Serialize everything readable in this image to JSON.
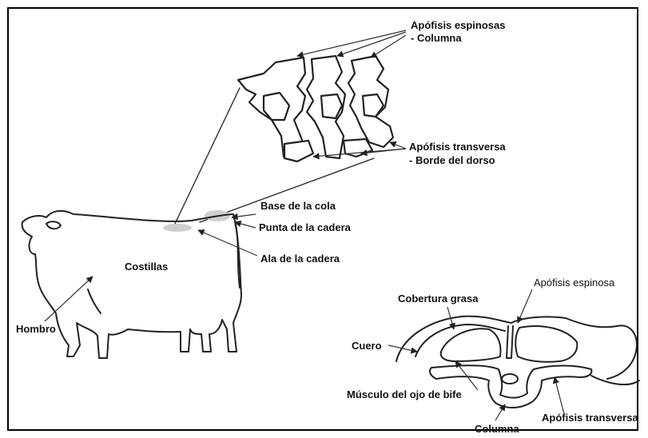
{
  "labels": {
    "apofisis_espinosas_line1": "Apófisis espinosas",
    "apofisis_espinosas_line2": "- Columna",
    "apofisis_transversa_line1": "Apófisis transversa",
    "apofisis_transversa_line2": "- Borde del dorso",
    "base_de_la_cola": "Base de la cola",
    "punta_de_la_cadera": "Punta de la cadera",
    "ala_de_la_cadera": "Ala de la cadera",
    "costillas": "Costillas",
    "hombro": "Hombro",
    "cobertura_grasa": "Cobertura grasa",
    "apofisis_espinosa": "Apófisis espinosa",
    "cuero": "Cuero",
    "musculo_ojo_bife": "Músculo del ojo de bife",
    "columna": "Columna",
    "apofisis_transversa_cross": "Apófisis transversa"
  },
  "colors": {
    "ink": "#222222",
    "hip_shade": "#cfcfcf"
  },
  "icons": {
    "figure": "cattle-anatomy-diagram"
  }
}
